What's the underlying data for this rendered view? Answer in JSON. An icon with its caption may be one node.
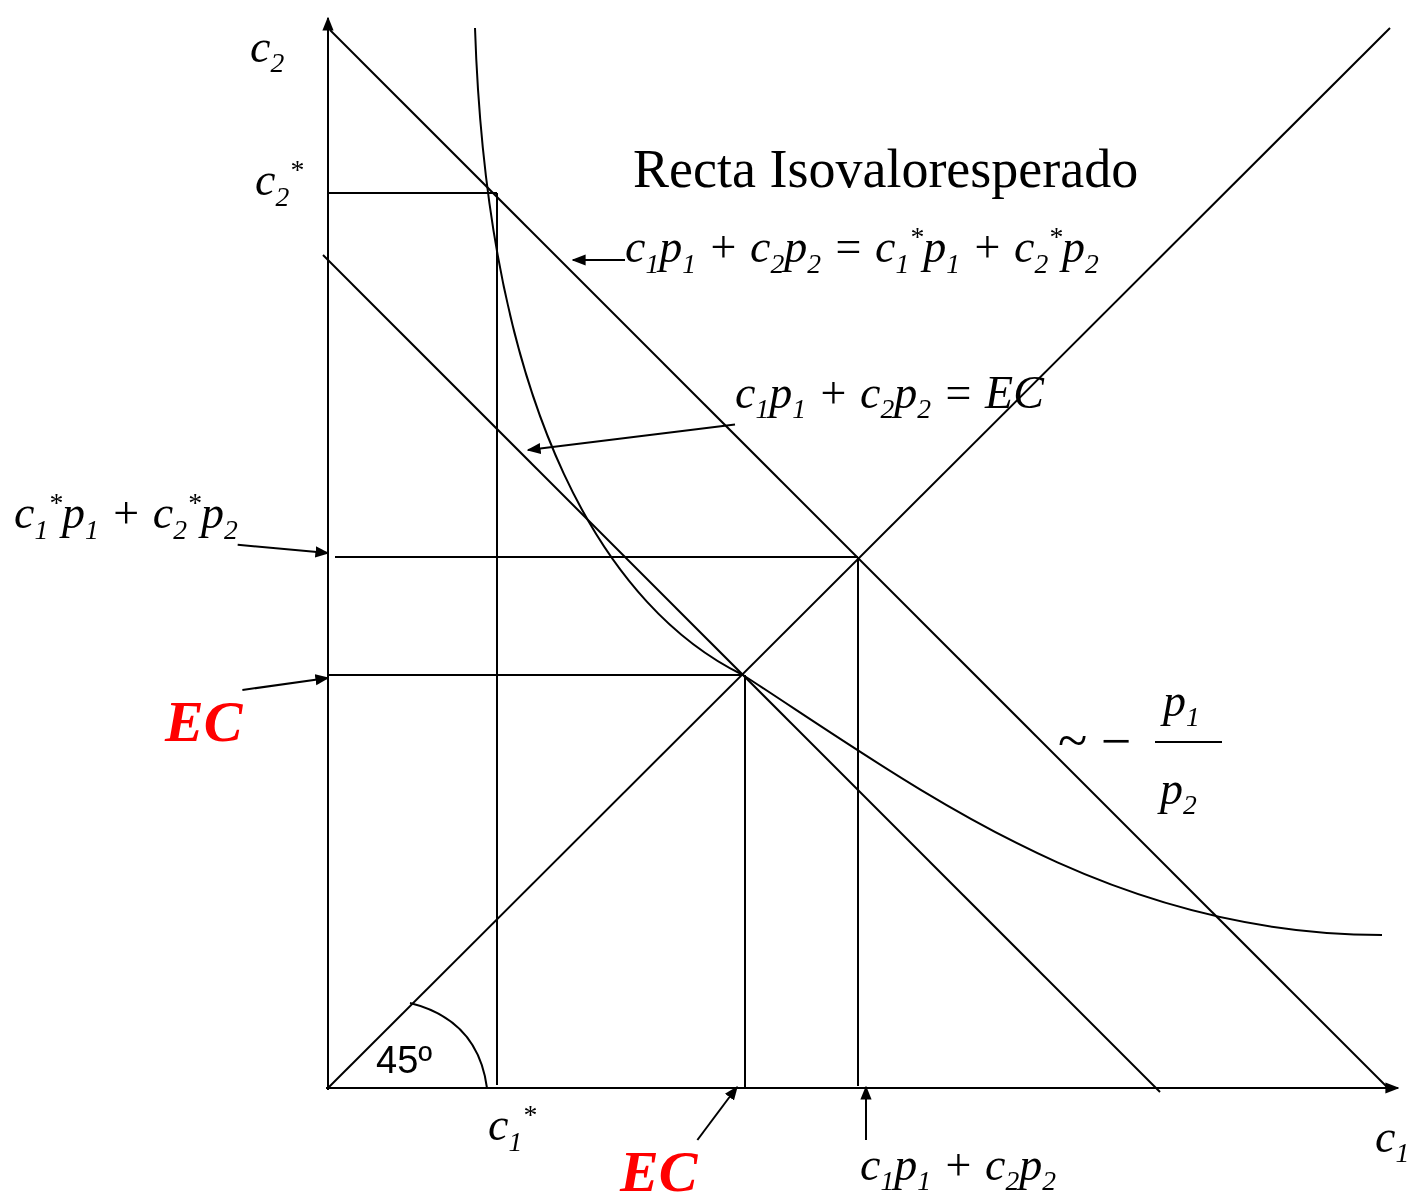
{
  "diagram": {
    "nodes": [
      {
        "text": [
          "c$_{1}$p$_{1}$ + c$_{2}$p$_{2}$ = c$_{1}$$^{*}$p$_{1}$ + c$_{2}$$^{*}$p$_{2}$"
        ]
      },
      {
        "text": [
          "c$_{1}$p$_{1}$ + c$_{2}$p$_{2}$ = EC"
        ]
      },
      {
        "text": [
          "c$_{1}$$^{*}$p$_{1}$ + c$_{2}$$^{*}$p$_{2}$"
        ]
      },
      {
        "text": [
          "EC"
        ]
      },
      {
        "text": [
          "EC"
        ]
      },
      {
        "text": [
          "c$_{1}$p$_{1}$ + c$_{2}$p$_{2}$"
        ]
      }
    ],
    "edges": [
      {
        "from": 0,
        "to": null,
        "arrow": "to"
      },
      {
        "from": 1,
        "to": null,
        "arrow": "to"
      },
      {
        "from": 2,
        "to": null,
        "arrow": "to"
      },
      {
        "from": 3,
        "to": null,
        "arrow": "to"
      },
      {
        "from": 4,
        "to": null,
        "arrow": "to"
      },
      {
        "from": 5,
        "to": null,
        "arrow": "to"
      }
    ],
    "labels": [
      "c$_{2}$",
      "c$_{2}$$^{*}$",
      "Recta Isovaloresperado",
      "~ −",
      "p$_{1}$",
      "p$_{2}$",
      "45º",
      "c$_{1}$$^{*}$",
      "c$_{1}$"
    ]
  }
}
